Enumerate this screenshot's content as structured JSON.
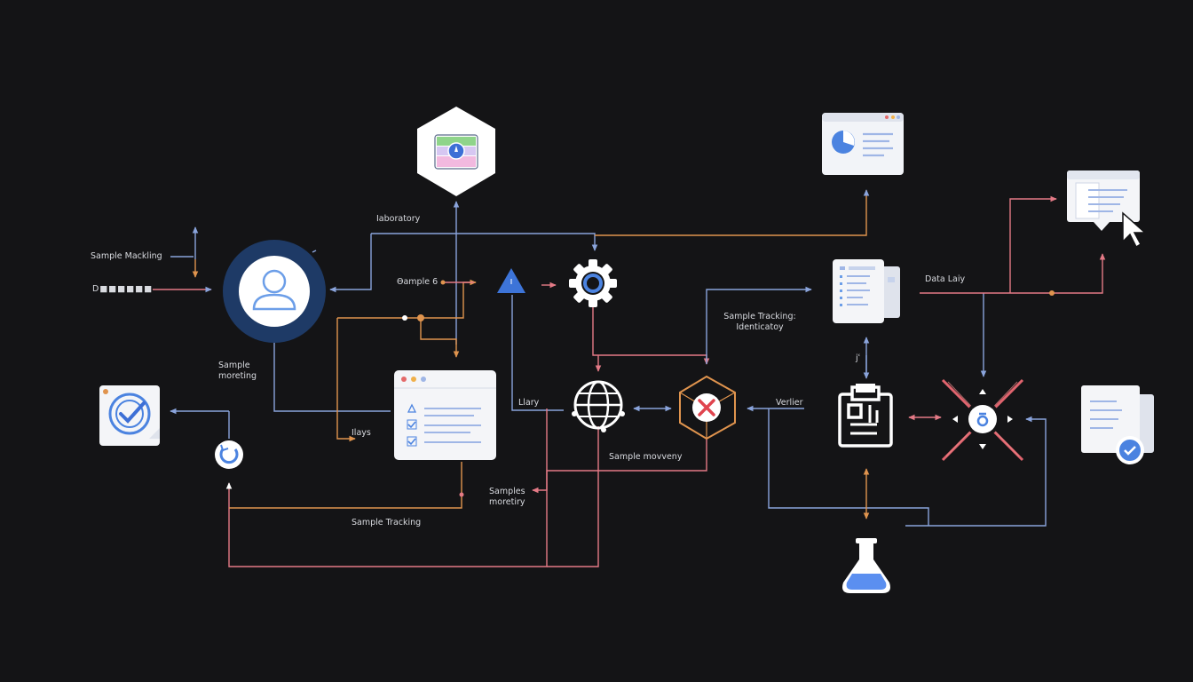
{
  "labels": {
    "laboratory": "Iaboratory",
    "sample_mackling": "Sample Mackling",
    "dots": "D■■■■■■",
    "sample_6": "Ɵample 6",
    "sample_tracking_identicatoy_1": "Sample Tracking:",
    "sample_tracking_identicatoy_2": "Identicatoy",
    "data_laiy": "Data Laiy",
    "sample_moreting_1": "Sample",
    "sample_moreting_2": "moreting",
    "llary": "Llary",
    "llays": "Ilays",
    "verlier": "Verlier",
    "sample_movveny": "Sample movveny",
    "samples_moretiry_1": "Samples",
    "samples_moretiry_2": "moretiry",
    "sample_tracking": "Sample Tracking",
    "j_mark": "jʿ"
  },
  "colors": {
    "background": "#141416",
    "line_blue": "#8aa4dc",
    "line_orange": "#e0944e",
    "line_pink": "#e47a86",
    "line_red": "#e0646e",
    "node_navy": "#1e3a66",
    "accent_blue": "#4b83e0",
    "card_white": "#f2f3f6"
  },
  "icons": [
    "hexagon-dashboard-icon",
    "user-profile-icon",
    "triangle-icon",
    "gear-icon",
    "browser-chart-icon",
    "document-stack-icon",
    "cursor-document-icon",
    "checklist-window-icon",
    "globe-icon",
    "error-x-icon",
    "clipboard-icon",
    "target-cross-icon",
    "verified-document-icon",
    "check-badge-icon",
    "refresh-icon",
    "flask-icon"
  ]
}
